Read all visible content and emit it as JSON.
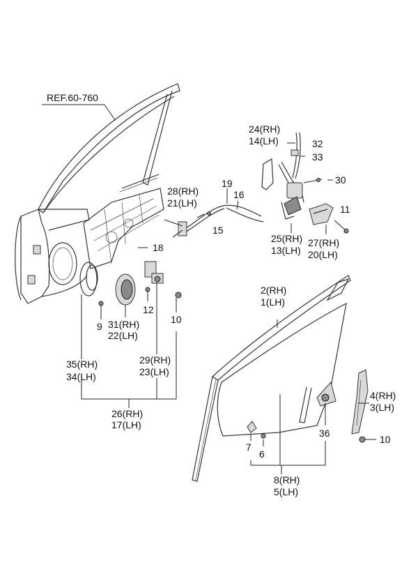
{
  "reference": "REF.60-760",
  "callouts": {
    "c24": "24",
    "c14": "14",
    "c32": "32",
    "c33": "33",
    "c30": "30",
    "c28": "28",
    "c21": "21",
    "c19": "19",
    "c16": "16",
    "c15": "15",
    "c11": "11",
    "c18": "18",
    "c25": "25",
    "c13": "13",
    "c27": "27",
    "c20": "20",
    "c2": "2",
    "c1": "1",
    "c12": "12",
    "c9": "9",
    "c10a": "10",
    "c31": "31",
    "c22": "22",
    "c35": "35",
    "c34": "34",
    "c29": "29",
    "c23": "23",
    "c26": "26",
    "c17": "17",
    "c4": "4",
    "c3": "3",
    "c36": "36",
    "c10b": "10",
    "c7": "7",
    "c6": "6",
    "c8": "8",
    "c5": "5"
  },
  "sides": {
    "rh": "(RH)",
    "lh": "(LH)"
  }
}
